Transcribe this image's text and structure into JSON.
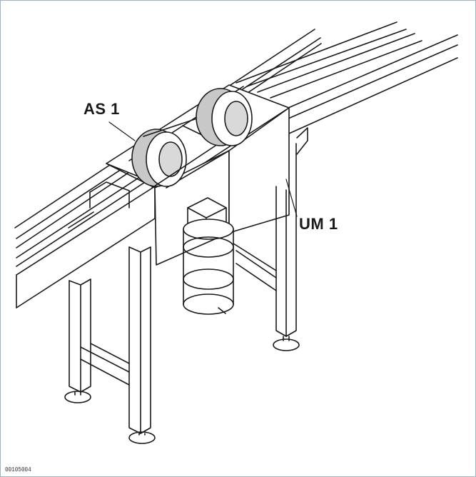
{
  "figure": {
    "callouts": {
      "as1": "AS 1",
      "um1": "UM 1"
    },
    "figure_number": "00105004"
  },
  "colors": {
    "frame_border": "#9fb3c4",
    "line": "#1a1a1a",
    "disc_grey": "#c8c8c8",
    "disc_hub": "#d9d9d9"
  }
}
